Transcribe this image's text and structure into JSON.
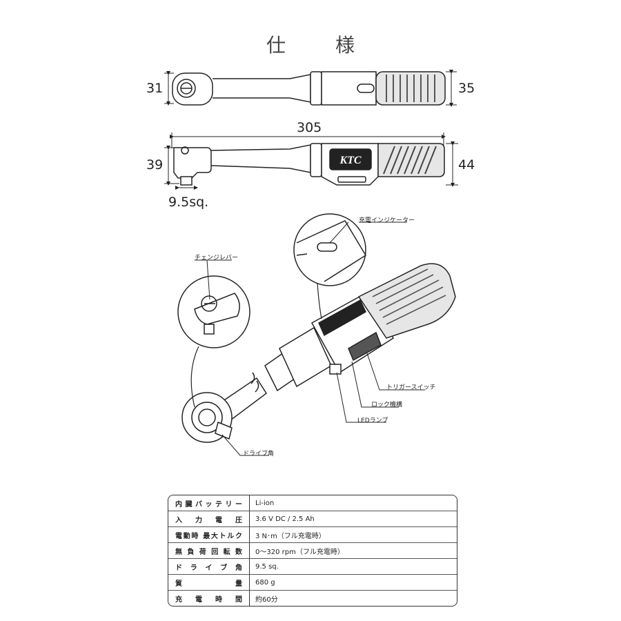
{
  "title": "仕　様",
  "dimensions": {
    "head_height_top": "31",
    "grip_height_top": "35",
    "overall_length": "305",
    "head_height_side": "39",
    "grip_height_side": "44",
    "drive_size": "9.5sq."
  },
  "logo_text": "KTC",
  "callouts": {
    "charge_indicator": "充電インジケーター",
    "change_lever": "チェンジレバー",
    "trigger_switch": "トリガースイッチ",
    "lock_mechanism": "ロック機構",
    "led_lamp": "LEDランプ",
    "drive_square": "ドライブ角"
  },
  "specs": [
    {
      "label": "内臓バッテリー",
      "value": "Li-ion"
    },
    {
      "label": "入力電圧",
      "value": "3.6 V DC / 2.5 Ah"
    },
    {
      "label": "電動時 最大トルク",
      "value": "3 N･m（フル充電時）"
    },
    {
      "label": "無負荷回転数",
      "value": "0～320 rpm（フル充電時）"
    },
    {
      "label": "ドライブ角",
      "value": "9.5 sq."
    },
    {
      "label": "質量",
      "value": "680 g"
    },
    {
      "label": "充電時間",
      "value": "約60分"
    }
  ]
}
